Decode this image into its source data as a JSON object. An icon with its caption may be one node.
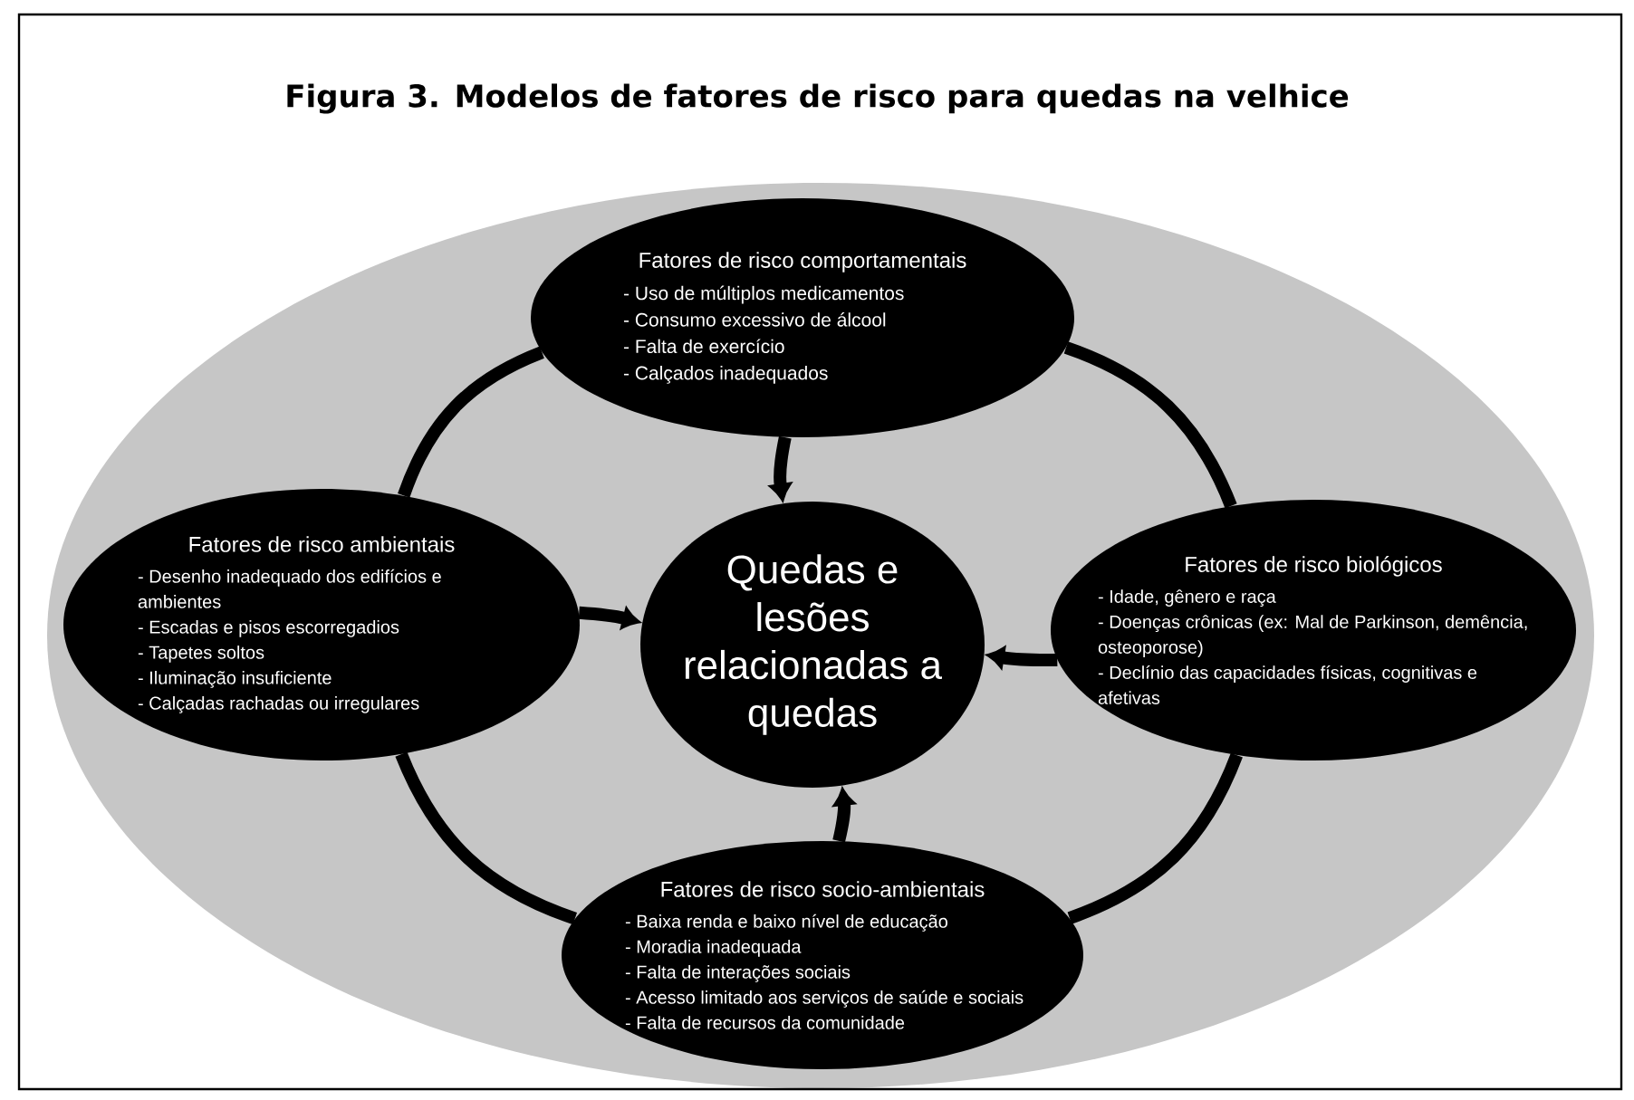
{
  "diagram": {
    "title": "Figura 3. Modelos de fatores de risco para quedas na velhice",
    "nodes": [
      {
        "text": [
          "Fatores de risco comportamentais",
          "- Uso de múltiplos medicamentos",
          "- Consumo excessivo de álcool",
          "- Falta de exercício",
          "- Calçados inadequados"
        ]
      },
      {
        "text": [
          "Fatores de risco ambientais",
          "- Desenho inadequado dos edifícios e ambientes",
          "- Escadas e pisos escorregadios",
          "- Tapetes soltos",
          "- Iluminação insuficiente",
          "- Calçadas rachadas ou irregulares"
        ]
      },
      {
        "text": [
          "Quedas e lesões relacionadas a quedas"
        ]
      },
      {
        "text": [
          "Fatores de risco biológicos",
          "- Idade, gênero e raça",
          "- Doenças crônicas (ex: Mal de Parkinson, demência, osteoporose)",
          "- Declínio das capacidades físicas, cognitivas e afetivas"
        ]
      },
      {
        "text": [
          "Fatores de risco socio-ambientais",
          "- Baixa renda e baixo nível de educação",
          "- Moradia inadequada",
          "- Falta de interações sociais",
          "- Acesso limitado aos serviços de saúde e sociais",
          "- Falta de recursos da comunidade"
        ]
      }
    ],
    "edges": [
      {
        "from": 0,
        "to": 1,
        "arrow": "none"
      },
      {
        "from": 0,
        "to": 3,
        "arrow": "none"
      },
      {
        "from": 3,
        "to": 4,
        "arrow": "none"
      },
      {
        "from": 4,
        "to": 1,
        "arrow": "none"
      },
      {
        "from": 0,
        "to": 2,
        "arrow": "to"
      },
      {
        "from": 1,
        "to": 2,
        "arrow": "to"
      },
      {
        "from": 3,
        "to": 2,
        "arrow": "to"
      },
      {
        "from": 4,
        "to": 2,
        "arrow": "to"
      }
    ]
  }
}
